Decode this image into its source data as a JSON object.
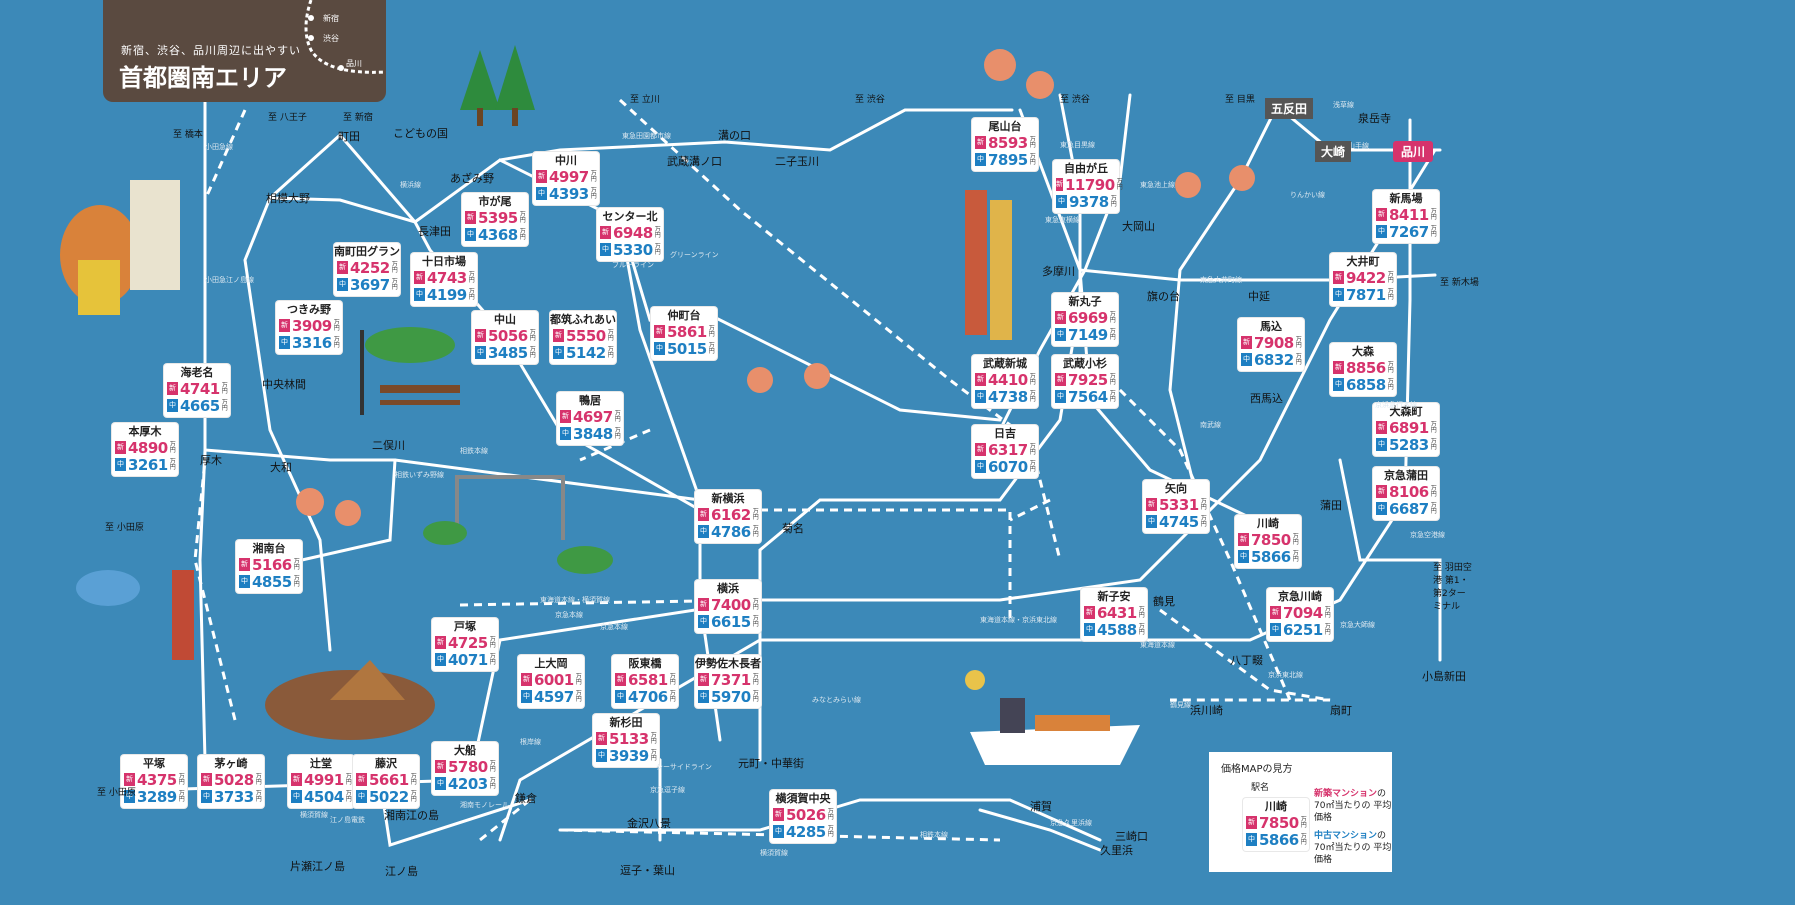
{
  "header": {
    "subtitle": "新宿、渋谷、品川周辺に出やすい",
    "title": "首都圏南エリア",
    "mini_stations": [
      "新宿",
      "渋谷",
      "品川"
    ]
  },
  "colors": {
    "sea": "#3c89b8",
    "new_accent": "#d6336c",
    "used_accent": "#1e7fc2",
    "header_bg": "#5a4a40"
  },
  "badge": {
    "new": "新",
    "used": "中"
  },
  "unit": "万円",
  "stations_with_prices": [
    {
      "name": "尾山台",
      "new": "8593",
      "used": "7895"
    },
    {
      "name": "自由が丘",
      "new": "11790",
      "used": "9378"
    },
    {
      "name": "中川",
      "new": "4997",
      "used": "4393"
    },
    {
      "name": "センター北",
      "new": "6948",
      "used": "5330"
    },
    {
      "name": "市が尾",
      "new": "5395",
      "used": "4368"
    },
    {
      "name": "南町田グランベリーパーク",
      "new": "4252",
      "used": "3697"
    },
    {
      "name": "十日市場",
      "new": "4743",
      "used": "4199"
    },
    {
      "name": "つきみ野",
      "new": "3909",
      "used": "3316"
    },
    {
      "name": "中山",
      "new": "5056",
      "used": "3485"
    },
    {
      "name": "都筑ふれあいの丘",
      "new": "5550",
      "used": "5142"
    },
    {
      "name": "仲町台",
      "new": "5861",
      "used": "5015"
    },
    {
      "name": "海老名",
      "new": "4741",
      "used": "4665"
    },
    {
      "name": "本厚木",
      "new": "4890",
      "used": "3261"
    },
    {
      "name": "鴨居",
      "new": "4697",
      "used": "3848"
    },
    {
      "name": "新丸子",
      "new": "6969",
      "used": "7149"
    },
    {
      "name": "武蔵新城",
      "new": "4410",
      "used": "4738"
    },
    {
      "name": "武蔵小杉",
      "new": "7925",
      "used": "7564"
    },
    {
      "name": "日吉",
      "new": "6317",
      "used": "6070"
    },
    {
      "name": "新横浜",
      "new": "6162",
      "used": "4786"
    },
    {
      "name": "矢向",
      "new": "5331",
      "used": "4745"
    },
    {
      "name": "湘南台",
      "new": "5166",
      "used": "4855"
    },
    {
      "name": "横浜",
      "new": "7400",
      "used": "6615"
    },
    {
      "name": "新子安",
      "new": "6431",
      "used": "4588"
    },
    {
      "name": "戸塚",
      "new": "4725",
      "used": "4071"
    },
    {
      "name": "上大岡",
      "new": "6001",
      "used": "4597"
    },
    {
      "name": "阪東橋",
      "new": "6581",
      "used": "4706"
    },
    {
      "name": "伊勢佐木長者町",
      "new": "7371",
      "used": "5970"
    },
    {
      "name": "新杉田",
      "new": "5133",
      "used": "3939"
    },
    {
      "name": "大船",
      "new": "5780",
      "used": "4203"
    },
    {
      "name": "平塚",
      "new": "4375",
      "used": "3289"
    },
    {
      "name": "茅ヶ崎",
      "new": "5028",
      "used": "3733"
    },
    {
      "name": "辻堂",
      "new": "4991",
      "used": "4504"
    },
    {
      "name": "藤沢",
      "new": "5661",
      "used": "5022"
    },
    {
      "name": "横須賀中央",
      "new": "5026",
      "used": "4285"
    },
    {
      "name": "新馬場",
      "new": "8411",
      "used": "7267"
    },
    {
      "name": "大井町",
      "new": "9422",
      "used": "7871"
    },
    {
      "name": "馬込",
      "new": "7908",
      "used": "6832"
    },
    {
      "name": "大森",
      "new": "8856",
      "used": "6858"
    },
    {
      "name": "大森町",
      "new": "6891",
      "used": "5283"
    },
    {
      "name": "京急蒲田",
      "new": "8106",
      "used": "6687"
    },
    {
      "name": "川崎",
      "new": "7850",
      "used": "5866"
    },
    {
      "name": "京急川崎",
      "new": "7094",
      "used": "6251"
    }
  ],
  "stations": [
    {
      "name": "町田"
    },
    {
      "name": "こどもの国"
    },
    {
      "name": "相模大野"
    },
    {
      "name": "長津田"
    },
    {
      "name": "あざみ野"
    },
    {
      "name": "溝の口"
    },
    {
      "name": "武蔵溝ノ口"
    },
    {
      "name": "二子玉川"
    },
    {
      "name": "大岡山"
    },
    {
      "name": "多摩川"
    },
    {
      "name": "旗の台"
    },
    {
      "name": "中延"
    },
    {
      "name": "西馬込"
    },
    {
      "name": "泉岳寺"
    },
    {
      "name": "中央林間"
    },
    {
      "name": "厚木"
    },
    {
      "name": "大和"
    },
    {
      "name": "二俣川"
    },
    {
      "name": "菊名"
    },
    {
      "name": "蒲田"
    },
    {
      "name": "鶴見"
    },
    {
      "name": "八丁畷"
    },
    {
      "name": "浜川崎"
    },
    {
      "name": "扇町"
    },
    {
      "name": "小島新田"
    },
    {
      "name": "元町・中華街"
    },
    {
      "name": "鎌倉"
    },
    {
      "name": "湘南江の島"
    },
    {
      "name": "片瀬江ノ島"
    },
    {
      "name": "江ノ島"
    },
    {
      "name": "金沢八景"
    },
    {
      "name": "逗子・葉山"
    },
    {
      "name": "浦賀"
    },
    {
      "name": "三崎口"
    },
    {
      "name": "久里浜"
    }
  ],
  "hub_stations": [
    "五反田",
    "大崎",
    "品川"
  ],
  "destinations": [
    "至 橋本",
    "至 八王子",
    "至 新宿",
    "至 立川",
    "至 渋谷",
    "至 渋谷",
    "至 目黒",
    "至 小田原",
    "至 小田原",
    "至 新木場",
    "至 羽田空港 第1・第2ターミナル"
  ],
  "line_labels": [
    "東急田園都市線",
    "小田急線",
    "小田急江ノ島線",
    "横浜線",
    "ブルーライン",
    "グリーンライン",
    "東急大井町線",
    "東急池上線",
    "東急目黒線",
    "東急東横線",
    "相鉄本線",
    "相鉄いずみ野線",
    "東海道本線・横須賀線",
    "京急本線",
    "根岸線",
    "京急久里浜線",
    "横須賀線",
    "湘南モノレール",
    "江ノ島電鉄",
    "シーサイドライン",
    "京急逗子線",
    "南武線",
    "鶴見線",
    "京急大師線",
    "京浜東北線",
    "京急空港線",
    "東海道本線",
    "山手線",
    "りんかい線",
    "浅草線",
    "東海道本線・京浜東北線",
    "みなとみらい線",
    "相鉄本線",
    "横須賀線",
    "京急本線",
    "京浜急行本線"
  ],
  "legend": {
    "title": "価格MAPの見方",
    "station_label": "駅名",
    "sample": {
      "name": "川崎",
      "new": "7850",
      "used": "5866"
    },
    "new_line1": "新築マンション",
    "new_line2": "の 70㎡当たりの 平均価格",
    "used_line1": "中古マンション",
    "used_line2": "の 70㎡当たりの 平均価格"
  }
}
